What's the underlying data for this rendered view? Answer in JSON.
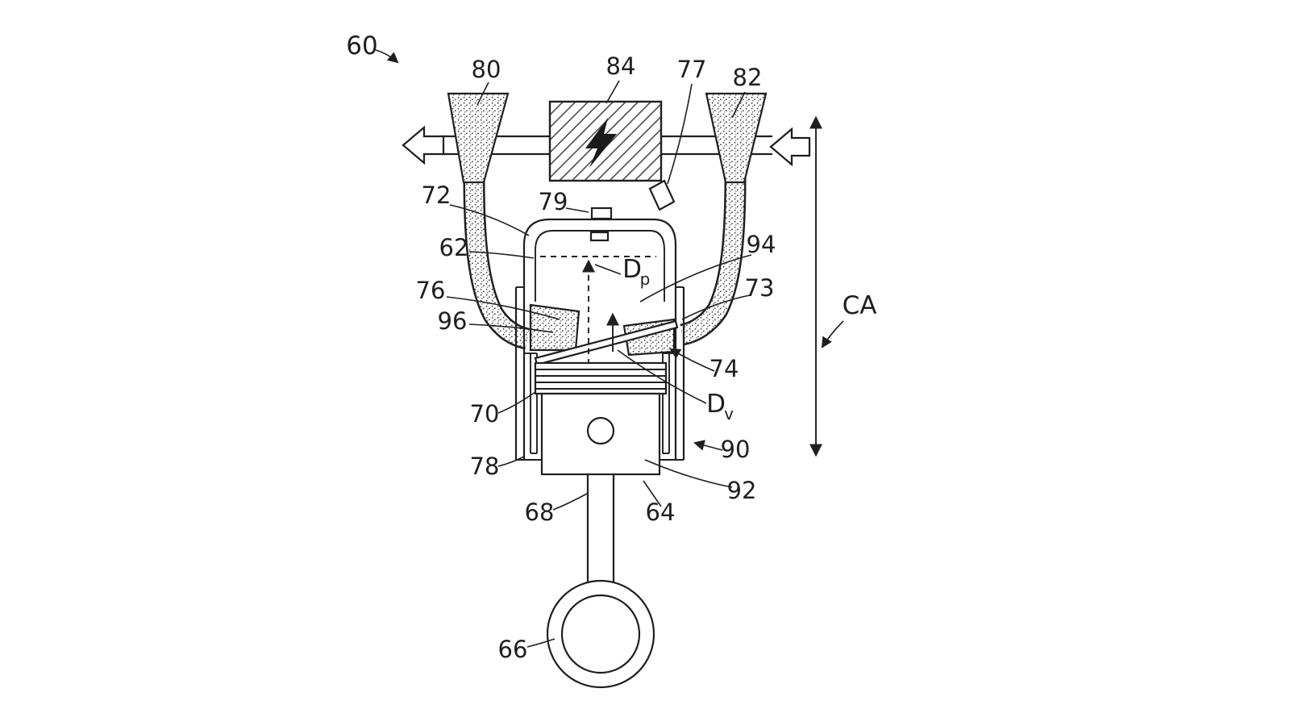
{
  "figure": {
    "kind": "patent-line-drawing",
    "labels": {
      "n60": "60",
      "n80": "80",
      "n84": "84",
      "n77": "77",
      "n82": "82",
      "n72": "72",
      "n79": "79",
      "n62": "62",
      "n94": "94",
      "n76": "76",
      "n73": "73",
      "n96": "96",
      "n74": "74",
      "n70": "70",
      "n90": "90",
      "n78": "78",
      "n92": "92",
      "n68": "68",
      "n64": "64",
      "n66": "66",
      "ca": "CA",
      "dp": {
        "main": "D",
        "sub": "p"
      },
      "dv": {
        "main": "D",
        "sub": "v"
      }
    },
    "colors": {
      "line": "#1f1f1f",
      "background": "#ffffff"
    }
  }
}
